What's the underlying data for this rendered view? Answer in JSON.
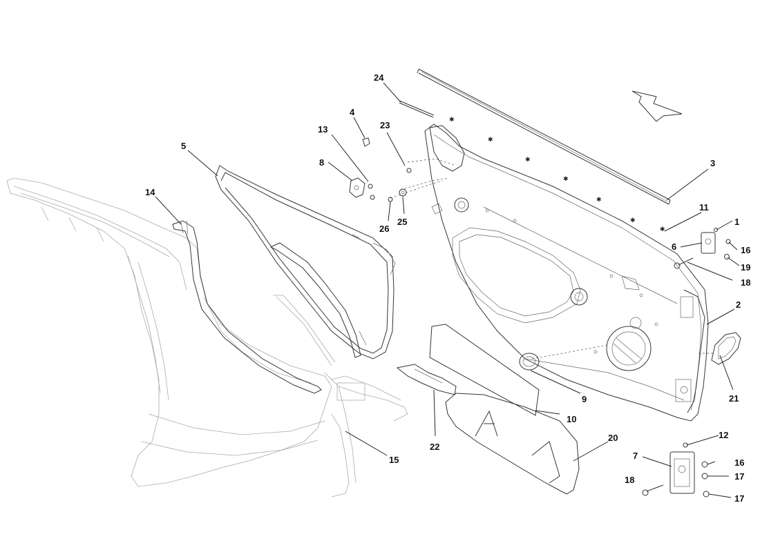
{
  "diagram": {
    "callouts": [
      {
        "id": "c24",
        "label": "24"
      },
      {
        "id": "c4",
        "label": "4"
      },
      {
        "id": "c23",
        "label": "23"
      },
      {
        "id": "c13",
        "label": "13"
      },
      {
        "id": "c5",
        "label": "5"
      },
      {
        "id": "c8",
        "label": "8"
      },
      {
        "id": "c14",
        "label": "14"
      },
      {
        "id": "c26",
        "label": "26"
      },
      {
        "id": "c25",
        "label": "25"
      },
      {
        "id": "c3",
        "label": "3"
      },
      {
        "id": "c11",
        "label": "11"
      },
      {
        "id": "c1",
        "label": "1"
      },
      {
        "id": "c6",
        "label": "6"
      },
      {
        "id": "c16a",
        "label": "16"
      },
      {
        "id": "c19",
        "label": "19"
      },
      {
        "id": "c18a",
        "label": "18"
      },
      {
        "id": "c2",
        "label": "2"
      },
      {
        "id": "c21",
        "label": "21"
      },
      {
        "id": "c9",
        "label": "9"
      },
      {
        "id": "c10",
        "label": "10"
      },
      {
        "id": "c22",
        "label": "22"
      },
      {
        "id": "c20",
        "label": "20"
      },
      {
        "id": "c15",
        "label": "15"
      },
      {
        "id": "c12",
        "label": "12"
      },
      {
        "id": "c7",
        "label": "7"
      },
      {
        "id": "c16b",
        "label": "16"
      },
      {
        "id": "c17a",
        "label": "17"
      },
      {
        "id": "c18b",
        "label": "18"
      },
      {
        "id": "c17b",
        "label": "17"
      }
    ],
    "direction_arrow": "direction-arrow-icon"
  }
}
